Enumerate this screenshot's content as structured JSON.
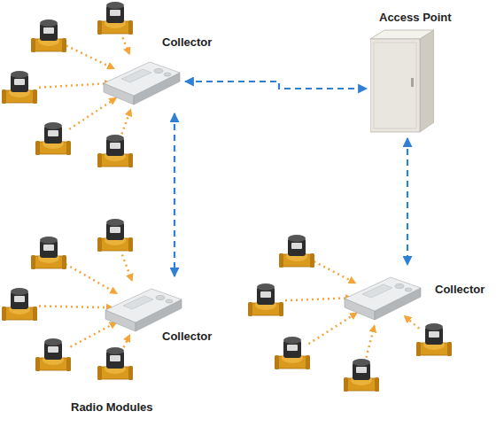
{
  "diagram": {
    "nodes": [
      {
        "text": [
          "Collector"
        ]
      },
      {
        "text": [
          "Access Point"
        ]
      },
      {
        "text": [
          "Collector"
        ]
      },
      {
        "text": [
          "Collector"
        ]
      }
    ],
    "edges": [
      {
        "from": 0,
        "to": 1,
        "arrow": "both"
      },
      {
        "from": 0,
        "to": 2,
        "arrow": "both"
      },
      {
        "from": 1,
        "to": 3,
        "arrow": "both"
      }
    ],
    "labels": [
      "Radio Modules"
    ]
  }
}
